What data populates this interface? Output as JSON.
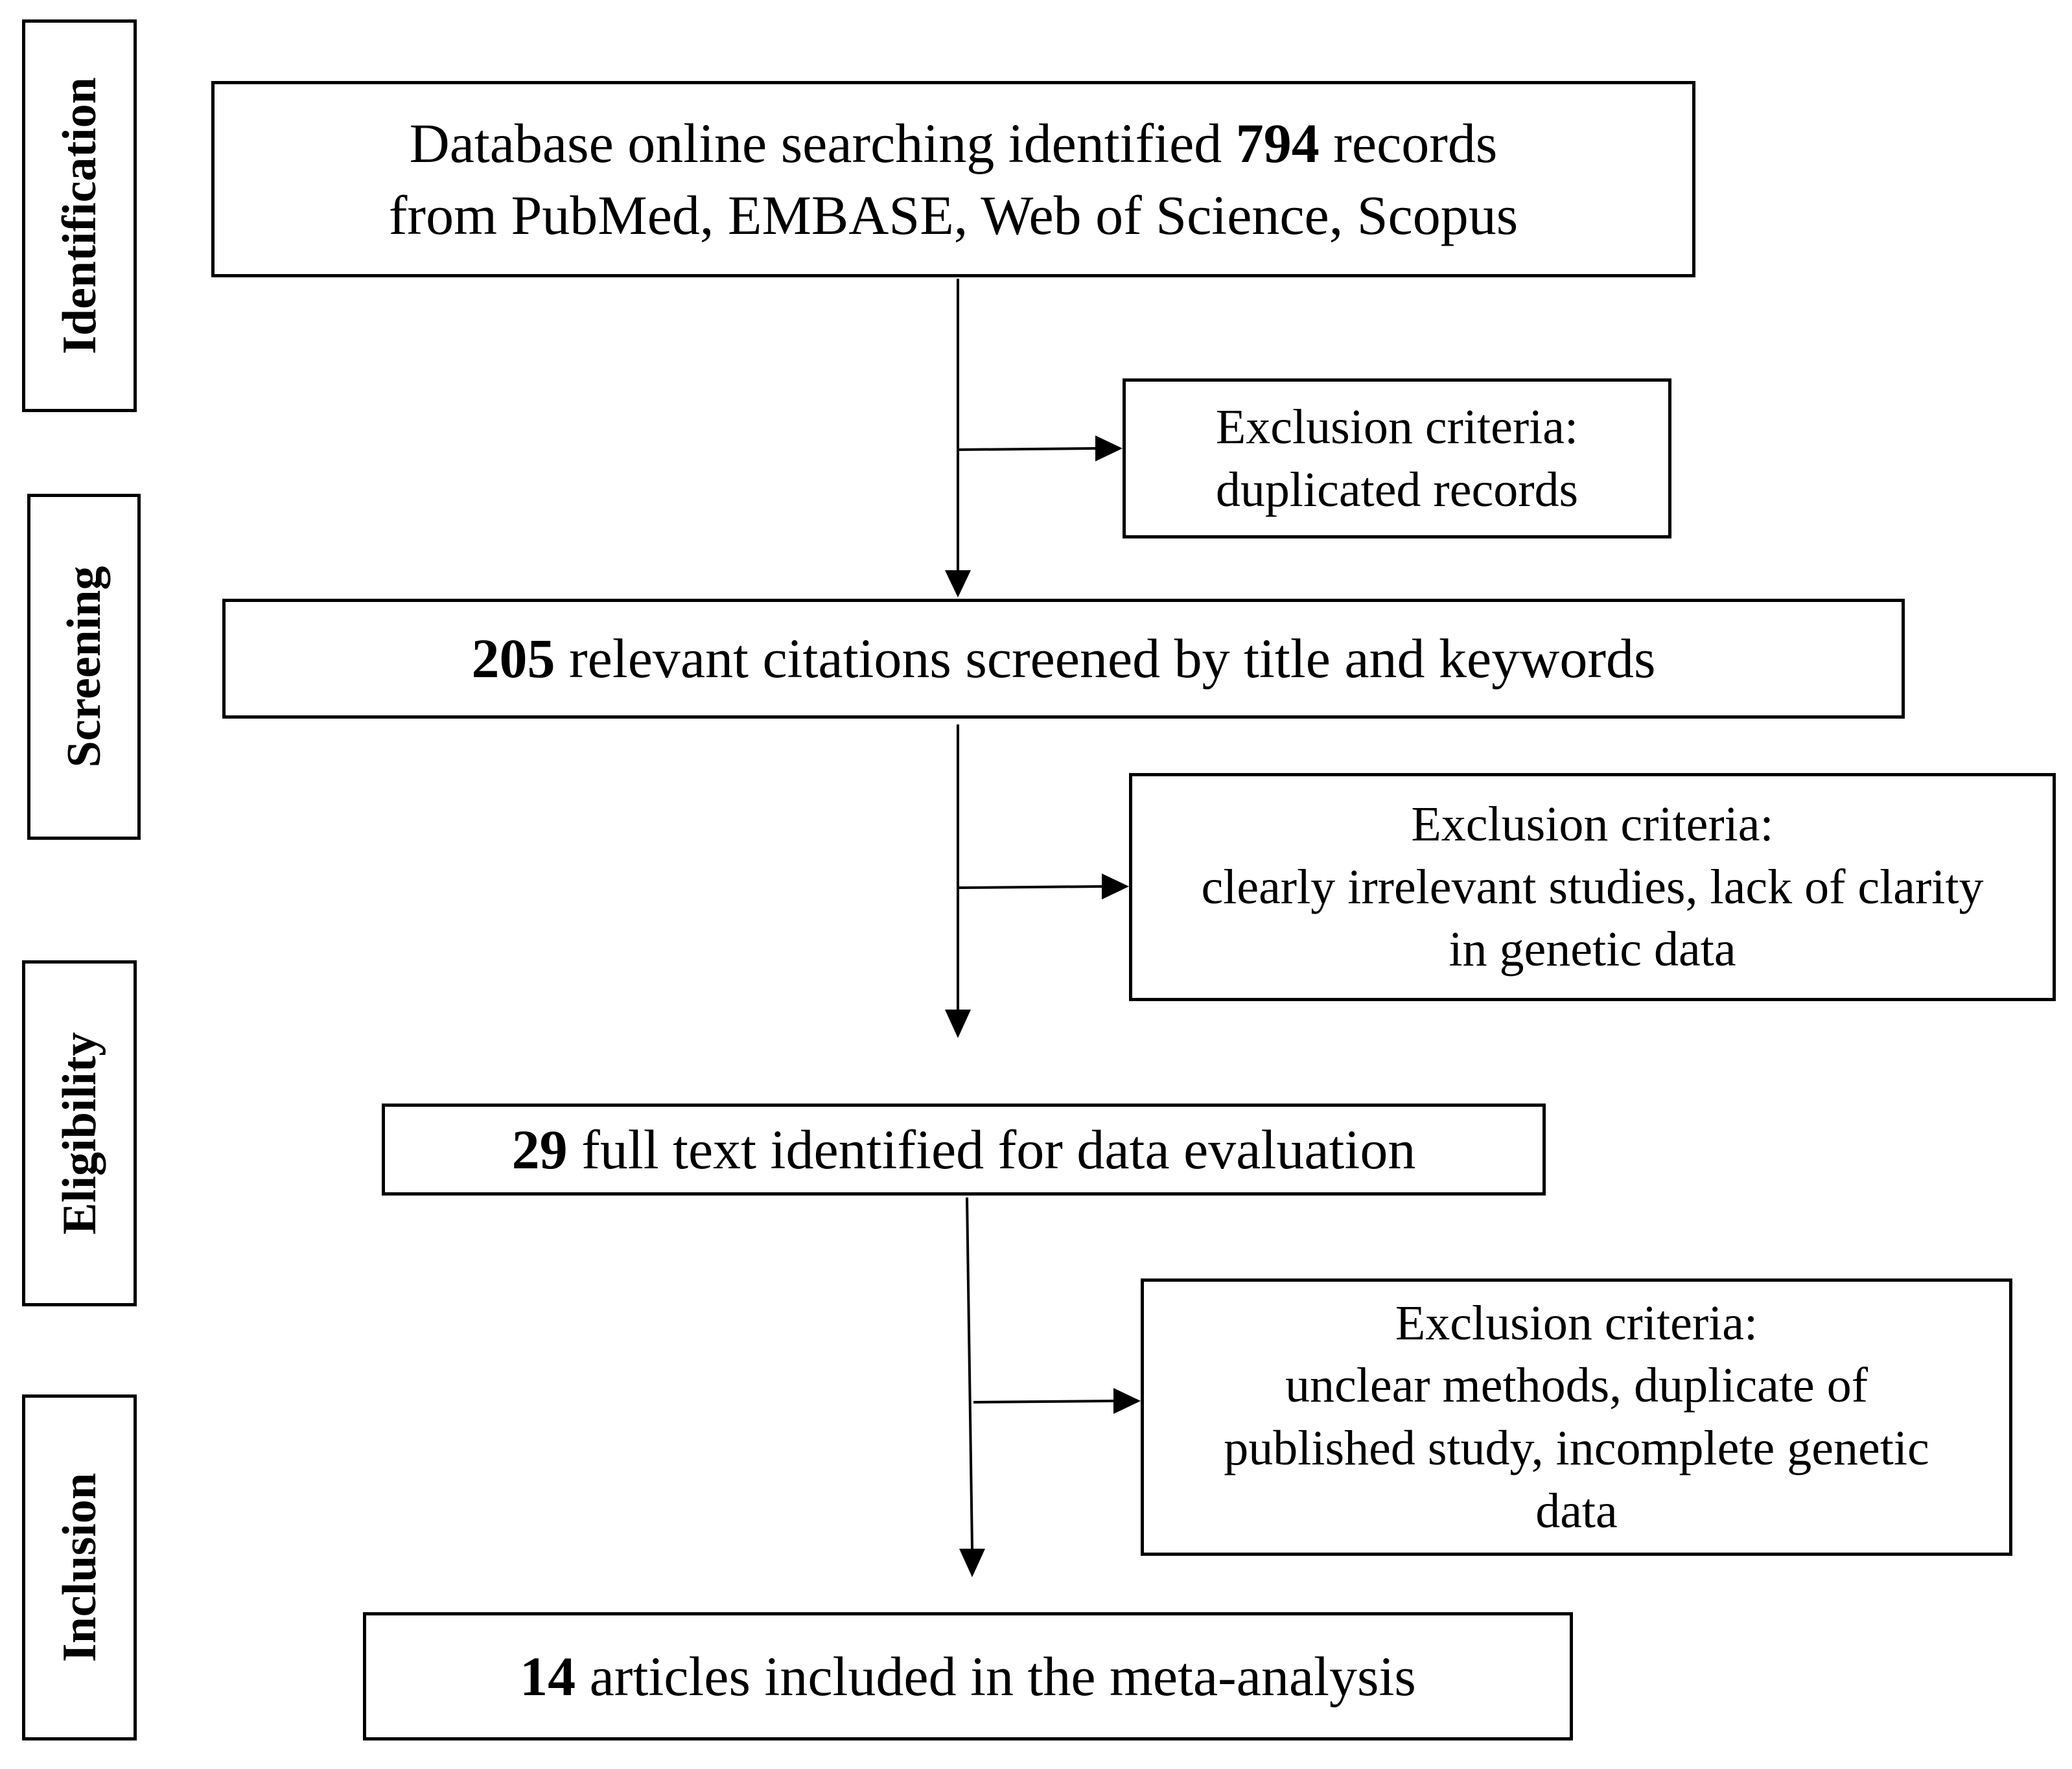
{
  "stages": [
    {
      "id": "identification",
      "label": "Identification"
    },
    {
      "id": "screening",
      "label": "Screening"
    },
    {
      "id": "eligibility",
      "label": "Eligibility"
    },
    {
      "id": "inclusion",
      "label": "Inclusion"
    }
  ],
  "main_steps": {
    "identification": {
      "line1_pre": "Database online searching identified ",
      "line1_num": "794",
      "line1_post": " records",
      "line2": "from PubMed, EMBASE, Web of Science, Scopus"
    },
    "screening": {
      "num": "205",
      "text": " relevant citations screened by title and keywords"
    },
    "eligibility": {
      "num": "29",
      "text": " full text identified for data evaluation"
    },
    "inclusion": {
      "num": "14",
      "text": " articles included in the meta-analysis"
    }
  },
  "exclusions": {
    "duplicates": {
      "heading": "Exclusion criteria:",
      "lines": [
        "duplicated records"
      ]
    },
    "screening": {
      "heading": "Exclusion criteria:",
      "lines": [
        "clearly irrelevant studies, lack of clarity",
        "in genetic data"
      ]
    },
    "eligibility": {
      "heading": "Exclusion criteria:",
      "lines": [
        "unclear methods, duplicate of",
        "published study, incomplete genetic",
        "data"
      ]
    }
  }
}
